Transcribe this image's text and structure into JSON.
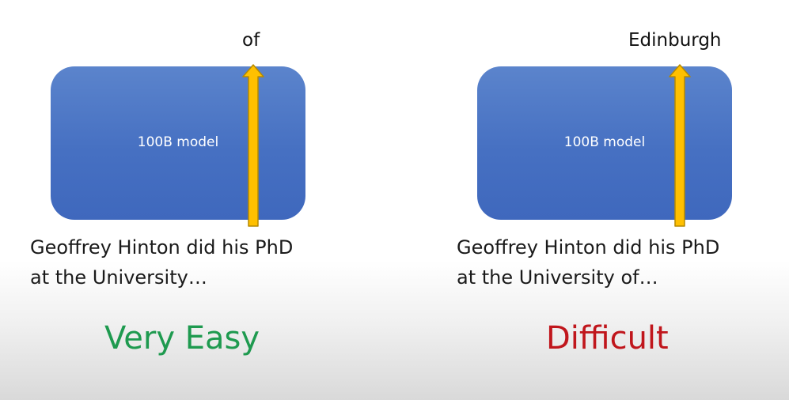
{
  "colors": {
    "model_box": "#4670c2",
    "arrow_fill": "#ffc000",
    "arrow_stroke": "#b58900",
    "easy": "#1e9a4f",
    "difficult": "#c0161c"
  },
  "panels": [
    {
      "output_word": "of",
      "model_label": "100B model",
      "prompt_line1": "Geoffrey Hinton did his PhD",
      "prompt_line2": "at the University…",
      "verdict": "Very Easy",
      "icon": "arrow-up-icon"
    },
    {
      "output_word": "Edinburgh",
      "model_label": "100B model",
      "prompt_line1": "Geoffrey Hinton did his PhD",
      "prompt_line2": "at the University of…",
      "verdict": "Difficult",
      "icon": "arrow-up-icon"
    }
  ]
}
